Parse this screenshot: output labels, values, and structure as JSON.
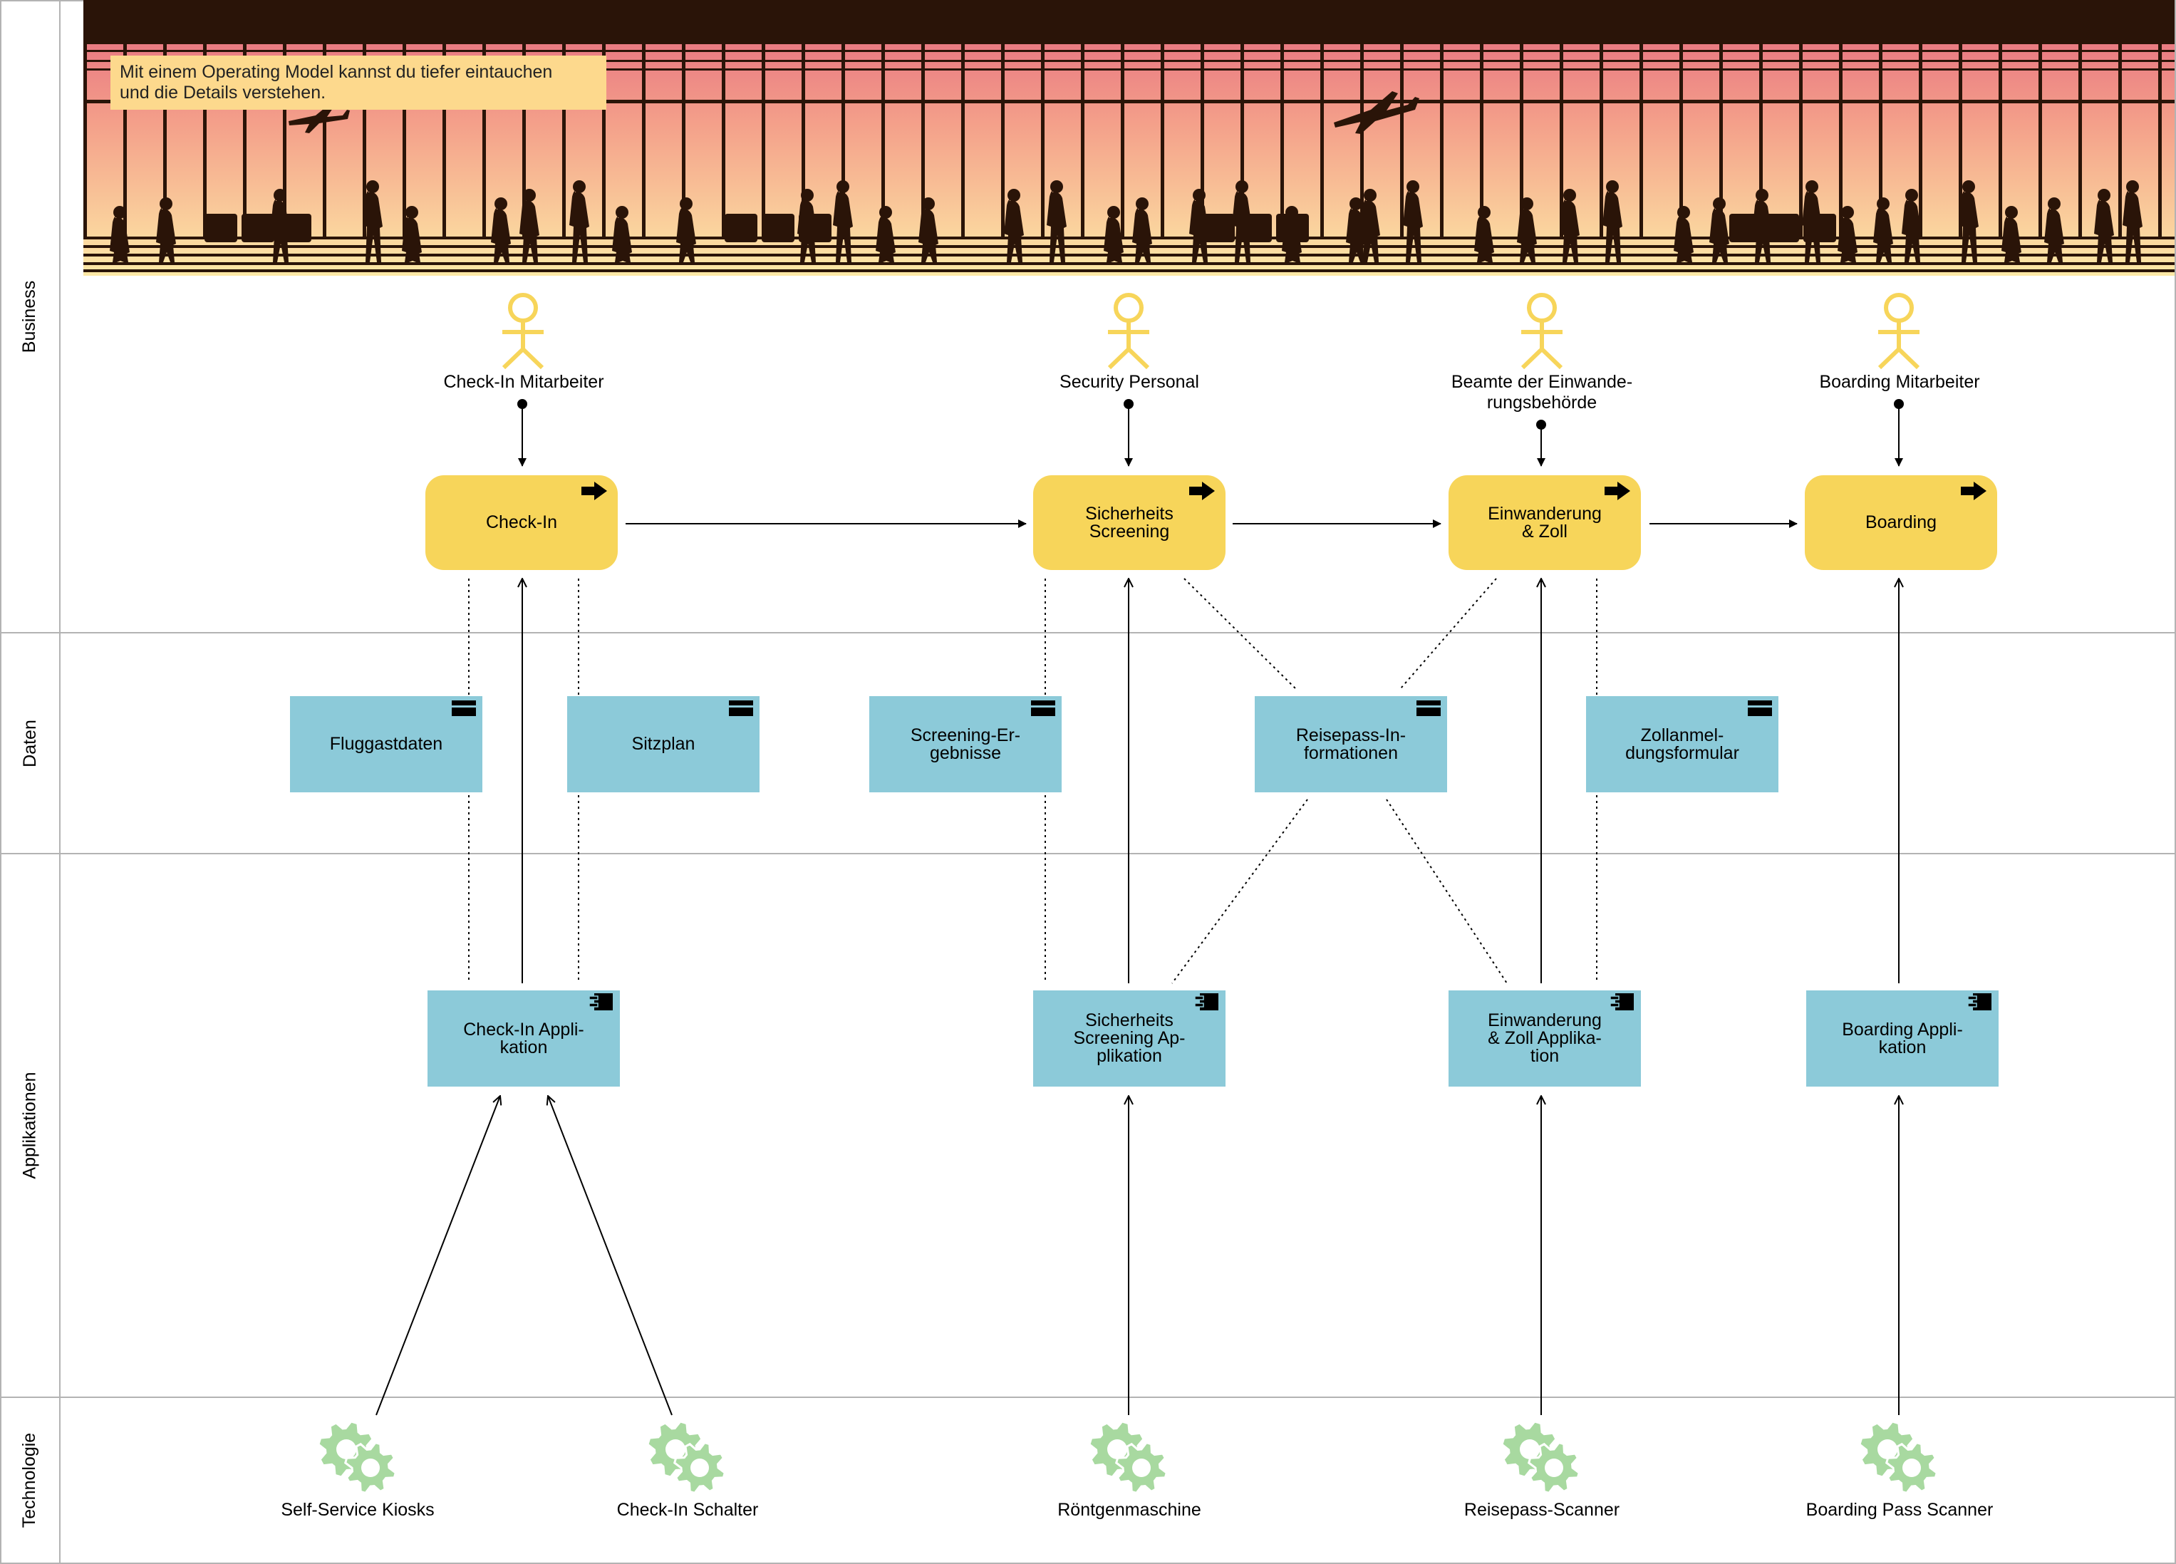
{
  "lanes": {
    "business": "Business",
    "daten": "Daten",
    "applikationen": "Applikationen",
    "technologie": "Technologie"
  },
  "note": {
    "line1": "Mit einem Operating Model kannst du tiefer eintauchen",
    "line2": "und die Details verstehen."
  },
  "actors": {
    "checkin": "Check-In Mitarbeiter",
    "security": "Security Personal",
    "immigration": "Beamte der Einwande-\nrungsbehörde",
    "boarding": "Boarding Mitarbeiter"
  },
  "processes": {
    "checkin": "Check-In",
    "security": "Sicherheits\nScreening",
    "immigration": "Einwanderung\n& Zoll",
    "boarding": "Boarding"
  },
  "data_objects": {
    "passenger": "Fluggastdaten",
    "seatmap": "Sitzplan",
    "screening": "Screening-Er-\ngebnisse",
    "passport": "Reisepass-In-\nformationen",
    "customs": "Zollanmel-\ndungsformular"
  },
  "applications": {
    "checkin": "Check-In Appli-\nkation",
    "security": "Sicherheits\nScreening Ap-\nplikation",
    "immigration": "Einwanderung\n& Zoll Applika-\ntion",
    "boarding": "Boarding Appli-\nkation"
  },
  "technology": {
    "kiosk": "Self-Service Kiosks",
    "counter": "Check-In Schalter",
    "xray": "Röntgenmaschine",
    "scanner": "Reisepass-Scanner",
    "bpscanner": "Boarding Pass Scanner"
  },
  "colors": {
    "process": "#f7d55a",
    "actor": "#f7d55a",
    "data_application": "#8ccad9",
    "technology": "#a8d9a0",
    "note": "#fdd98d",
    "lane_border": "#b3b3b3",
    "banner_sky_top": "#e4677e",
    "banner_sky_bottom": "#fde9a6",
    "banner_silhouette": "#2a1408"
  },
  "icons": {
    "actor": "stick-figure-icon",
    "process": "arrow-right-icon",
    "data_object": "card-icon",
    "application": "component-icon",
    "technology": "gears-icon"
  },
  "banner": {
    "description_icon": "airport-terminal-sunset-illustration"
  }
}
